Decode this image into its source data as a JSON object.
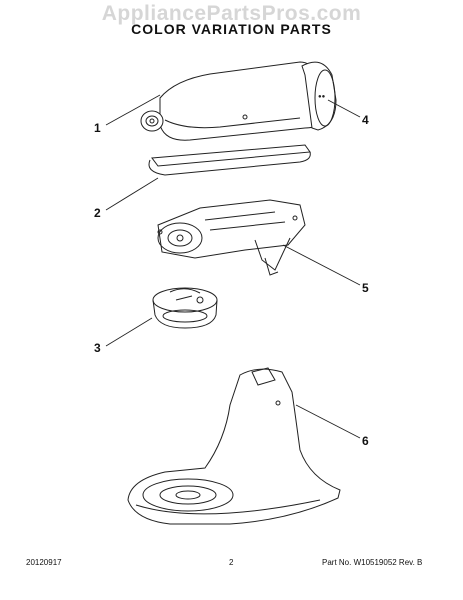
{
  "watermark": "AppliancePartsPros.com",
  "title": "COLOR VARIATION PARTS",
  "callouts": [
    "1",
    "2",
    "3",
    "4",
    "5",
    "6"
  ],
  "footer": {
    "date": "20120917",
    "page": "2",
    "part_rev": "Part No. W10519052  Rev. B"
  }
}
